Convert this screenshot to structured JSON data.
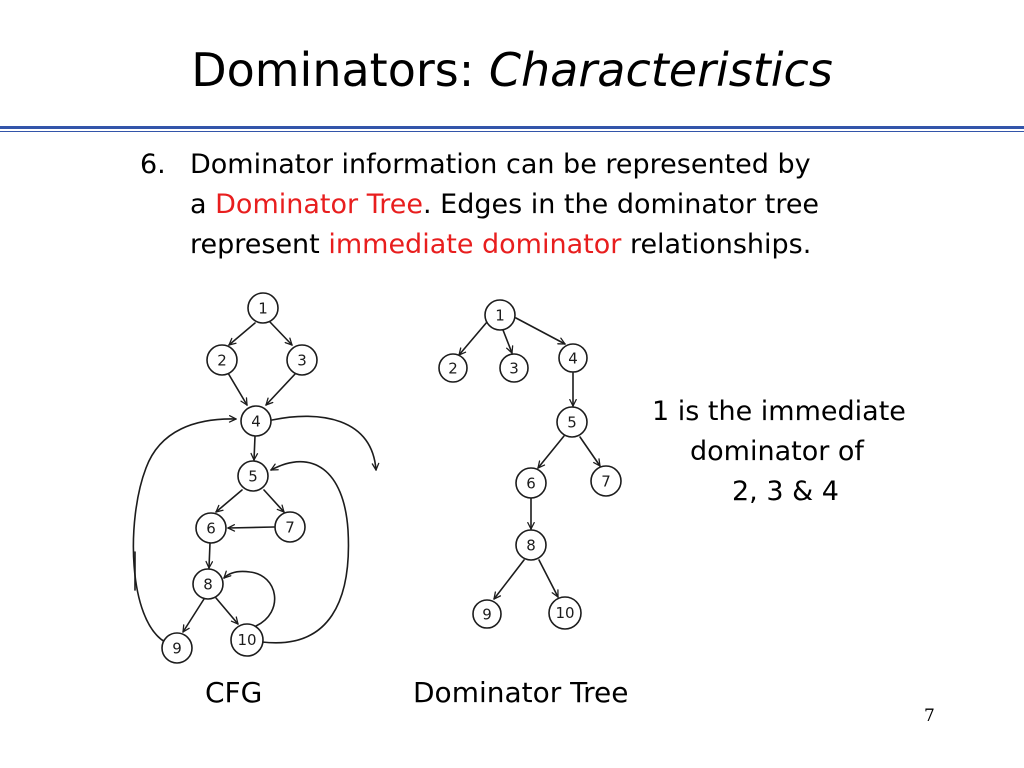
{
  "slide": {
    "title_main": "Dominators: ",
    "title_italic": "Characteristics",
    "page_number": "7"
  },
  "bullet": {
    "number": "6.",
    "line1": "Dominator information can be represented by",
    "line2_pre": "a ",
    "line2_highlight": "Dominator Tree",
    "line2_post": ". Edges in the dominator tree",
    "line3_pre": "represent ",
    "line3_highlight": "immediate dominator",
    "line3_post": " relationships."
  },
  "note": {
    "line1": "1 is the immediate",
    "line2": "dominator of",
    "line3": "2, 3 & 4"
  },
  "captions": {
    "cfg": "CFG",
    "tree": "Dominator Tree"
  },
  "cfg": {
    "nodes": [
      {
        "id": "1",
        "label": "1"
      },
      {
        "id": "2",
        "label": "2"
      },
      {
        "id": "3",
        "label": "3"
      },
      {
        "id": "4",
        "label": "4"
      },
      {
        "id": "5",
        "label": "5"
      },
      {
        "id": "6",
        "label": "6"
      },
      {
        "id": "7",
        "label": "7"
      },
      {
        "id": "8",
        "label": "8"
      },
      {
        "id": "9",
        "label": "9"
      },
      {
        "id": "10",
        "label": "10"
      }
    ]
  },
  "tree": {
    "nodes": [
      {
        "id": "1",
        "label": "1"
      },
      {
        "id": "2",
        "label": "2"
      },
      {
        "id": "3",
        "label": "3"
      },
      {
        "id": "4",
        "label": "4"
      },
      {
        "id": "5",
        "label": "5"
      },
      {
        "id": "6",
        "label": "6"
      },
      {
        "id": "7",
        "label": "7"
      },
      {
        "id": "8",
        "label": "8"
      },
      {
        "id": "9",
        "label": "9"
      },
      {
        "id": "10",
        "label": "10"
      }
    ]
  },
  "colors": {
    "highlight": "#e81e1e",
    "rule": "#3355aa",
    "ink": "#1c1c1c"
  }
}
